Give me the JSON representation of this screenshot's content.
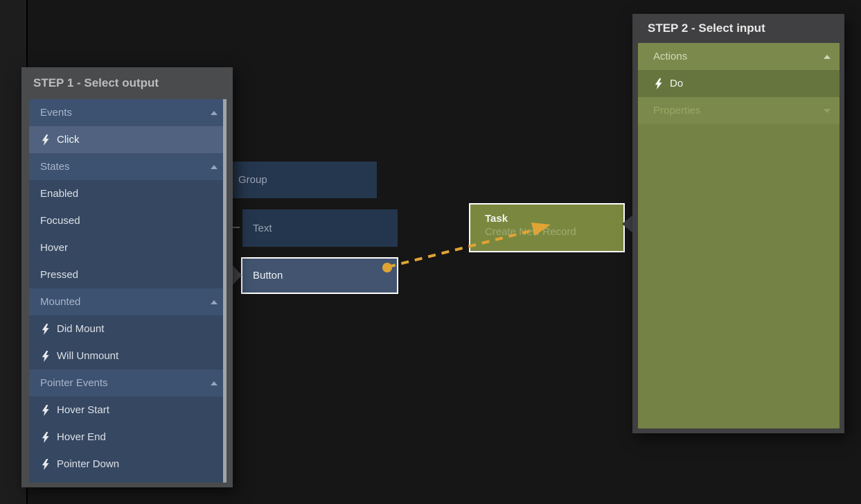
{
  "canvas": {
    "background": "#161616",
    "gutter_color": "#1d1d1e",
    "connection_color": "#e0a435"
  },
  "step1": {
    "title": "STEP 1 - Select output",
    "rows": [
      {
        "label": "Events",
        "type": "section",
        "chevron": "up"
      },
      {
        "label": "Click",
        "type": "event",
        "selected": true
      },
      {
        "label": "States",
        "type": "section",
        "chevron": "up"
      },
      {
        "label": "Enabled",
        "type": "state"
      },
      {
        "label": "Focused",
        "type": "state"
      },
      {
        "label": "Hover",
        "type": "state"
      },
      {
        "label": "Pressed",
        "type": "state"
      },
      {
        "label": "Mounted",
        "type": "section",
        "chevron": "up"
      },
      {
        "label": "Did Mount",
        "type": "event"
      },
      {
        "label": "Will Unmount",
        "type": "event"
      },
      {
        "label": "Pointer Events",
        "type": "section",
        "chevron": "up"
      },
      {
        "label": "Hover Start",
        "type": "event"
      },
      {
        "label": "Hover End",
        "type": "event"
      },
      {
        "label": "Pointer Down",
        "type": "event"
      }
    ]
  },
  "step2": {
    "title": "STEP 2 - Select input",
    "rows": [
      {
        "label": "Actions",
        "type": "section",
        "chevron": "up"
      },
      {
        "label": "Do",
        "type": "event",
        "selected": true
      },
      {
        "label": "Properties",
        "type": "section",
        "chevron": "down",
        "muted": true
      }
    ]
  },
  "nodes": {
    "group": {
      "label": "Group"
    },
    "text": {
      "label": "Text"
    },
    "button": {
      "label": "Button",
      "selected": true
    },
    "task": {
      "title": "Task",
      "subtitle": "Create New Record",
      "selected": true
    }
  },
  "colors": {
    "panel_frame_dark": "#4a4b4d",
    "step1_list_bg": "#354761",
    "step1_section_bg": "#3d5170",
    "step1_selected_bg": "#50627f",
    "step2_list_bg": "#748246",
    "step2_section_bg": "#7b8a4c",
    "step2_selected_bg": "#66753e",
    "node_blue_bg": "#24364d",
    "node_blue_selected_bg": "#42546f",
    "node_olive_bg": "#7a883f",
    "selection_border": "#ffffff",
    "wire_yellow": "#e0a435"
  }
}
